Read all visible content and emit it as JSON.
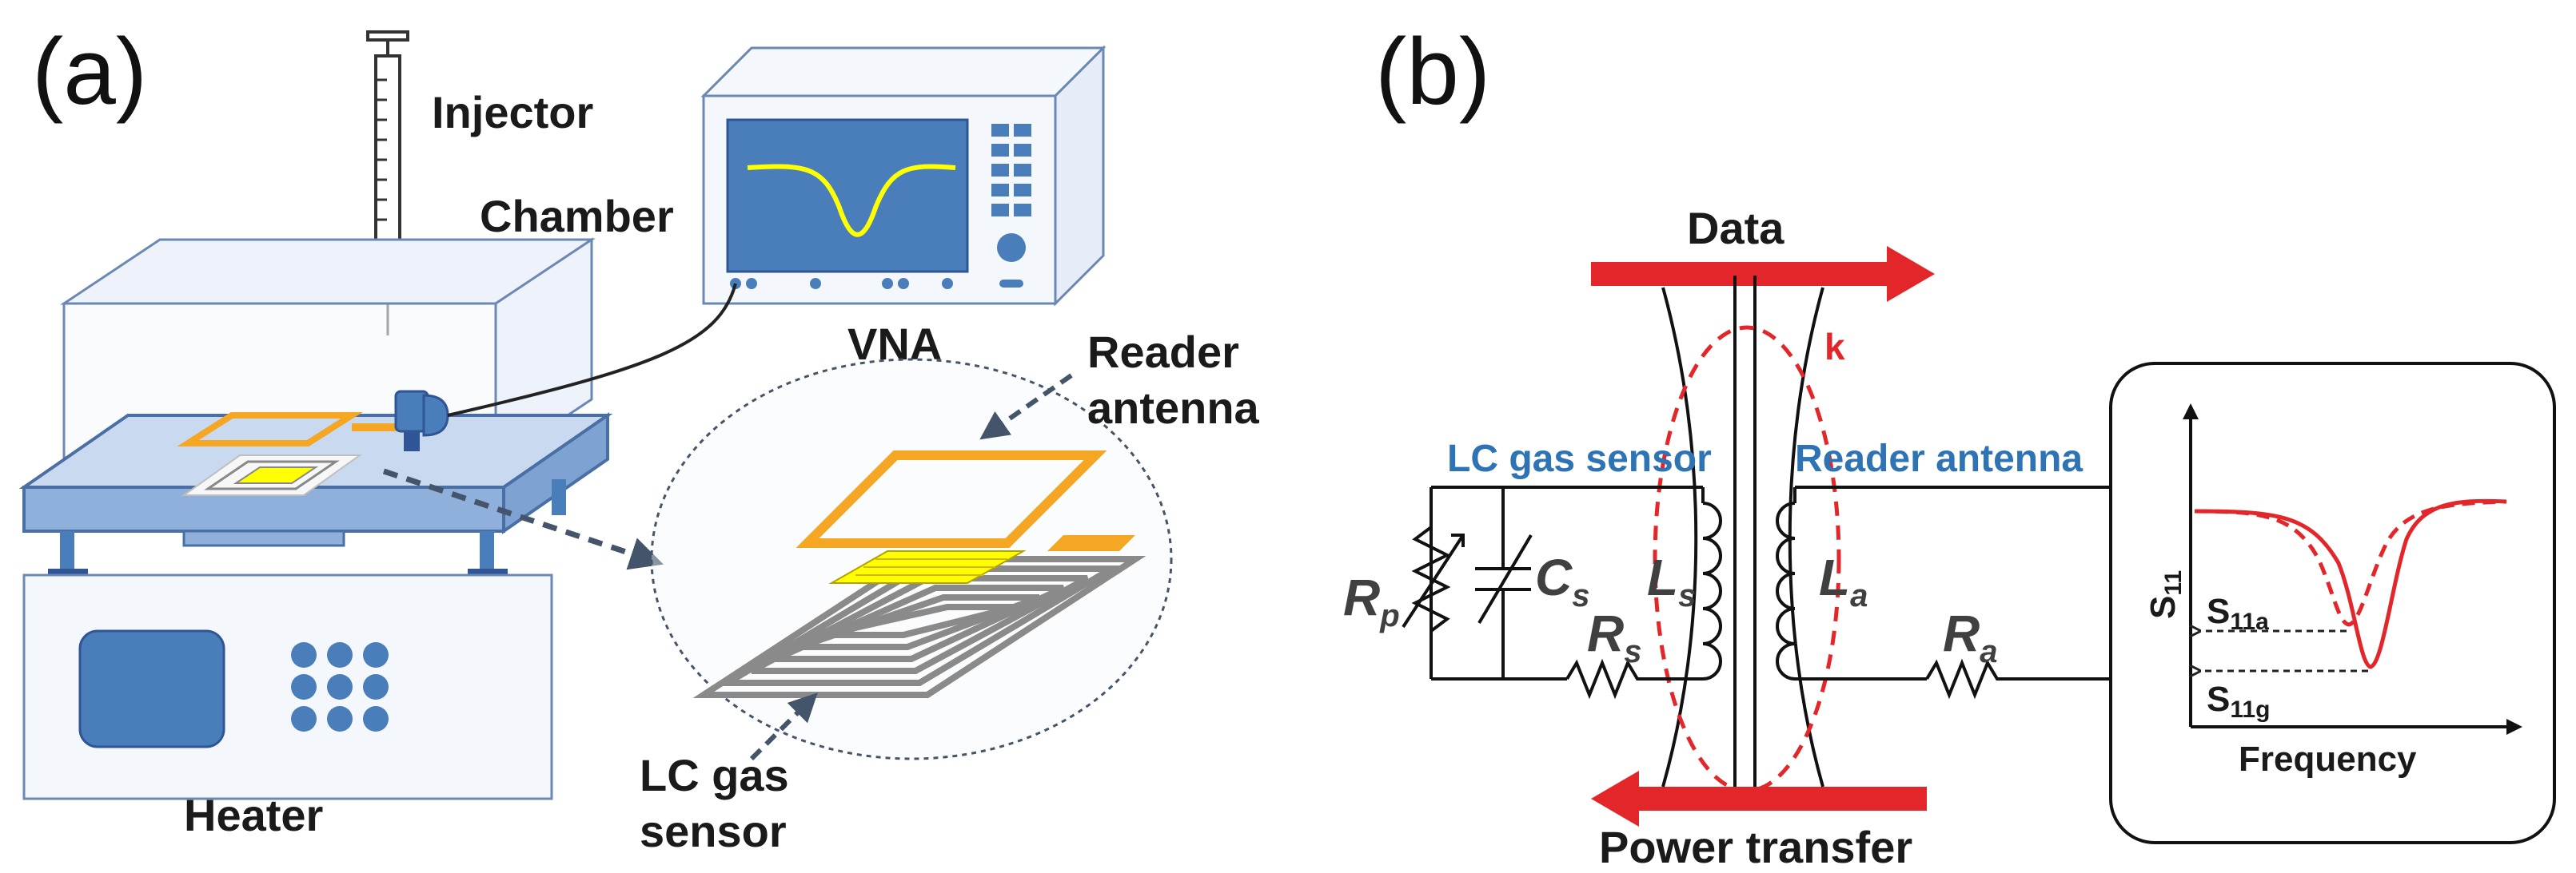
{
  "panel_a": {
    "label": "(a)",
    "injector": "Injector",
    "chamber": "Chamber",
    "vna": "VNA",
    "reader_antenna_line1": "Reader",
    "reader_antenna_line2": "antenna",
    "lc_sensor_line1": "LC gas",
    "lc_sensor_line2": "sensor",
    "heater": "Heater"
  },
  "panel_b": {
    "label": "(b)",
    "data": "Data",
    "power_transfer": "Power transfer",
    "coupling": "k",
    "lc_gas_sensor": "LC gas sensor",
    "reader_antenna": "Reader antenna",
    "rp": "R",
    "rp_sub": "p",
    "cs": "C",
    "cs_sub": "s",
    "ls": "L",
    "ls_sub": "s",
    "rs": "R",
    "rs_sub": "s",
    "la": "L",
    "la_sub": "a",
    "ra": "R",
    "ra_sub": "a",
    "inset": {
      "ylabel": "S",
      "ylabel_sub": "11",
      "xlabel": "Frequency",
      "s11a": "S",
      "s11a_sub": "11a",
      "s11g": "S",
      "s11g_sub": "11g"
    }
  },
  "colors": {
    "blue_fill": "#4a7ebb",
    "orange": "#f5a623",
    "yellow": "#ffff00",
    "red": "#e3262a",
    "label_blue": "#2e74b5"
  }
}
